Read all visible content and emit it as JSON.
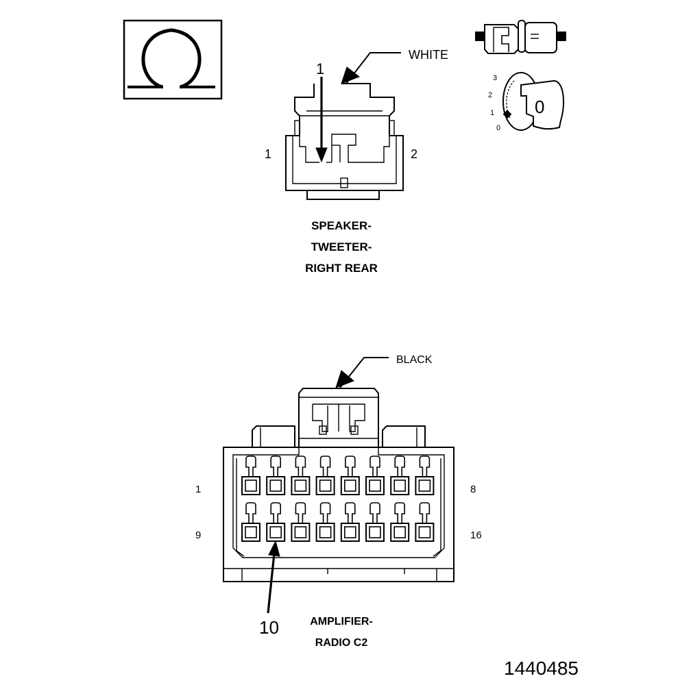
{
  "ohm_symbol": {
    "glyph": "Ω",
    "icon": "ohm-meter-icon"
  },
  "key_icon": {
    "positions": [
      "3",
      "2",
      "1",
      "0"
    ],
    "key_label": "0"
  },
  "tweeter_connector": {
    "color_label": "WHITE",
    "callout_number": "1",
    "pin_left": "1",
    "pin_right": "2",
    "title_lines": [
      "SPEAKER-",
      "TWEETER-",
      "RIGHT REAR"
    ]
  },
  "amplifier_connector": {
    "color_label": "BLACK",
    "callout_number": "10",
    "row1_left": "1",
    "row1_right": "8",
    "row2_left": "9",
    "row2_right": "16",
    "title_lines": [
      "AMPLIFIER-",
      "RADIO C2"
    ]
  },
  "figure_id": "1440485"
}
